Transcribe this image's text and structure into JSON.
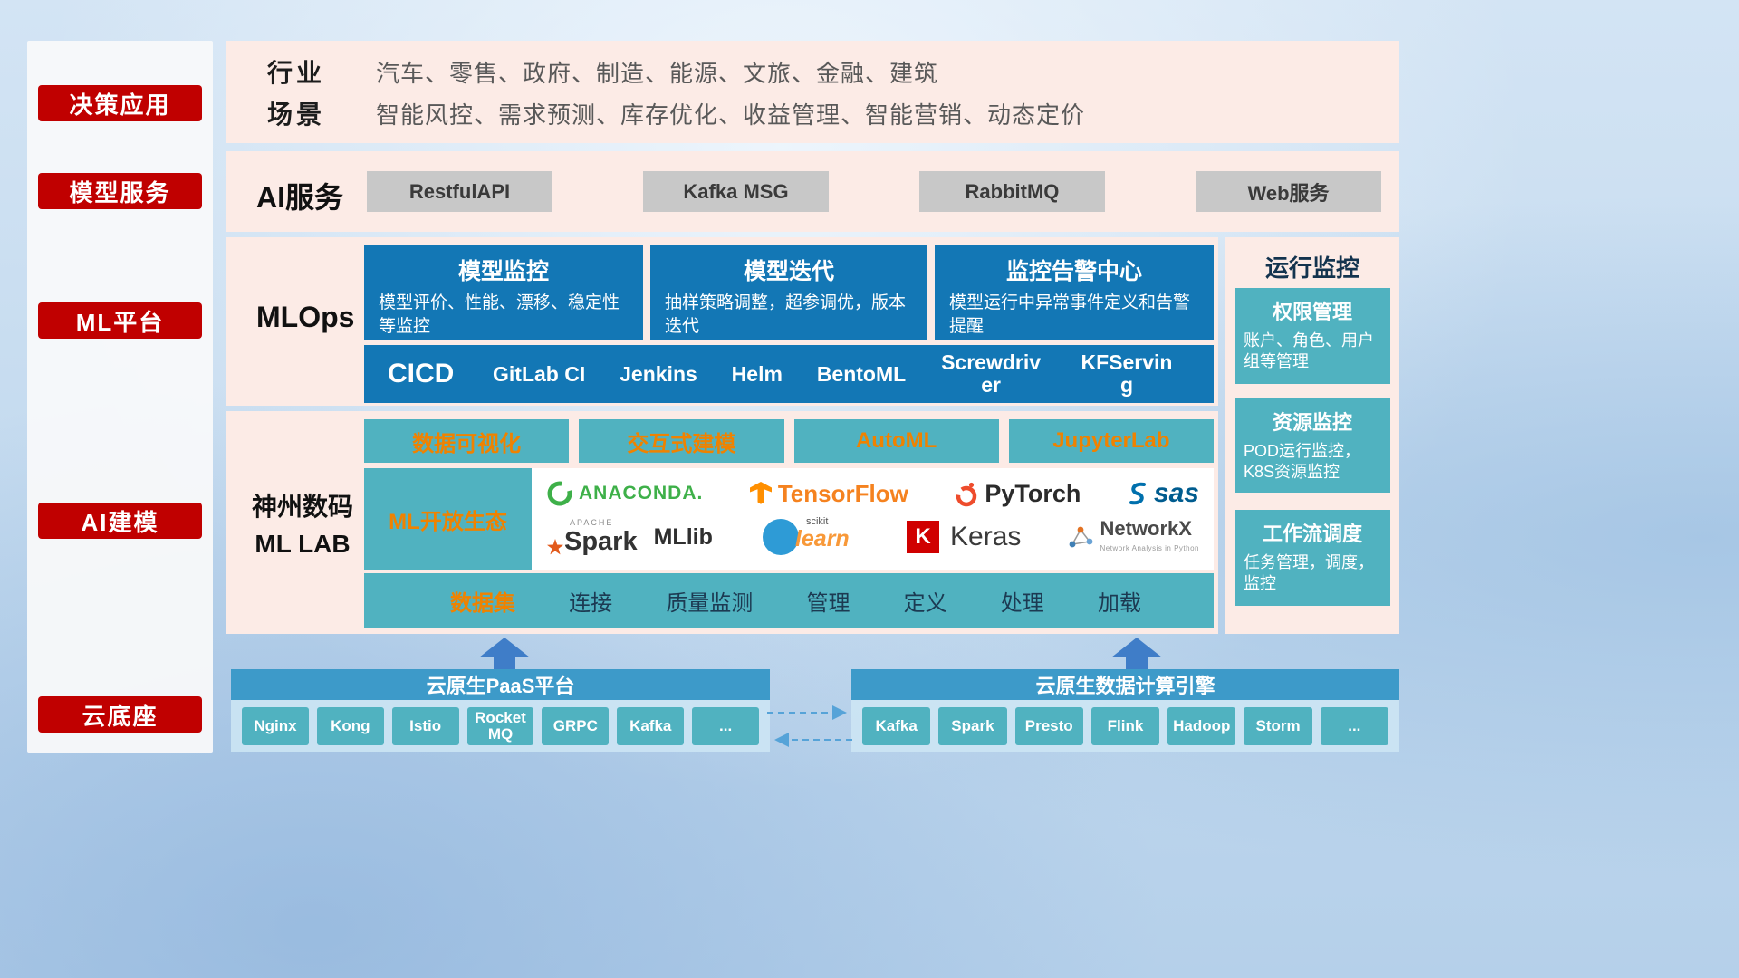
{
  "colors": {
    "accent_red": "#c00000",
    "panel_pink": "#fcebe6",
    "block_blue": "#1377b5",
    "teal": "#50b2c0",
    "orange_text": "#ef8200",
    "cloud_bar_blue": "#3d9ac9",
    "gray_chip": "#c8c8c8"
  },
  "sidebar": {
    "items": [
      {
        "label": "决策应用"
      },
      {
        "label": "模型服务"
      },
      {
        "label": "ML平台"
      },
      {
        "label": "AI建模"
      },
      {
        "label": "云底座"
      }
    ]
  },
  "industry": {
    "rows": [
      {
        "label": "行业",
        "value": "汽车、零售、政府、制造、能源、文旅、金融、建筑"
      },
      {
        "label": "场景",
        "value": "智能风控、需求预测、库存优化、收益管理、智能营销、动态定价"
      }
    ]
  },
  "ai_service": {
    "label": "AI服务",
    "items": [
      "RestfulAPI",
      "Kafka MSG",
      "RabbitMQ",
      "Web服务"
    ]
  },
  "mlops": {
    "label": "MLOps",
    "cards": [
      {
        "title": "模型监控",
        "desc": "模型评价、性能、漂移、稳定性等监控"
      },
      {
        "title": "模型迭代",
        "desc": "抽样策略调整，超参调优，版本迭代"
      },
      {
        "title": "监控告警中心",
        "desc": "模型运行中异常事件定义和告警提醒"
      }
    ],
    "cicd_label": "CICD",
    "cicd_items": [
      "GitLab CI",
      "Jenkins",
      "Helm",
      "BentoML",
      "Screwdriver",
      "KFServing"
    ]
  },
  "monitoring": {
    "title": "运行监控",
    "cards": [
      {
        "title": "权限管理",
        "desc": "账户、角色、用户组等管理"
      },
      {
        "title": "资源监控",
        "desc": "POD运行监控，K8S资源监控"
      },
      {
        "title": "工作流调度",
        "desc": "任务管理，调度，监控"
      }
    ]
  },
  "mllab": {
    "label_line1": "神州数码",
    "label_line2": "ML LAB",
    "tools": [
      "数据可视化",
      "交互式建模",
      "AutoML",
      "JupyterLab"
    ],
    "eco_label": "ML开放生态",
    "logos": {
      "anaconda": "ANACONDA.",
      "tensorflow": "TensorFlow",
      "pytorch": "PyTorch",
      "sas": "sas",
      "apache": "APACHE",
      "spark": "Spark",
      "mllib": "MLlib",
      "scikit": "scikit",
      "learn": "learn",
      "keras_k": "K",
      "keras": "Keras",
      "networkx": "NetworkX",
      "networkx_sub": "Network Analysis in Python"
    },
    "dataset_label": "数据集",
    "dataset_items": [
      "连接",
      "质量监测",
      "管理",
      "定义",
      "处理",
      "加载"
    ]
  },
  "cloud": {
    "paas_title": "云原生PaaS平台",
    "paas_items": [
      "Nginx",
      "Kong",
      "Istio",
      "RocketMQ",
      "GRPC",
      "Kafka",
      "..."
    ],
    "engine_title": "云原生数据计算引擎",
    "engine_items": [
      "Kafka",
      "Spark",
      "Presto",
      "Flink",
      "Hadoop",
      "Storm",
      "..."
    ]
  }
}
